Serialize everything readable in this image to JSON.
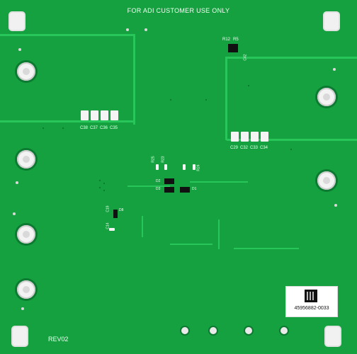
{
  "board": {
    "header_text": "FOR ADI CUSTOMER USE ONLY",
    "revision": "REV02",
    "serial_number": "45956882-0033",
    "resistor_labels": {
      "r12": "R12",
      "r5": "R5",
      "r25": "R25",
      "r23": "R23",
      "r24": "R24"
    },
    "capacitor_labels": {
      "left_group": [
        "C38",
        "C37",
        "C36",
        "C35"
      ],
      "right_group": [
        "C29",
        "C32",
        "C33",
        "C34"
      ],
      "c42": "C42",
      "c19": "C19",
      "c14": "C14"
    },
    "diode_labels": {
      "d2": "D2",
      "d3": "D3",
      "d1": "D1",
      "d8": "D8"
    },
    "colors": {
      "pcb": "#15a13f",
      "trace": "#27c55a",
      "silkscreen": "#f2fff4",
      "pad": "#f4f4f4"
    }
  }
}
